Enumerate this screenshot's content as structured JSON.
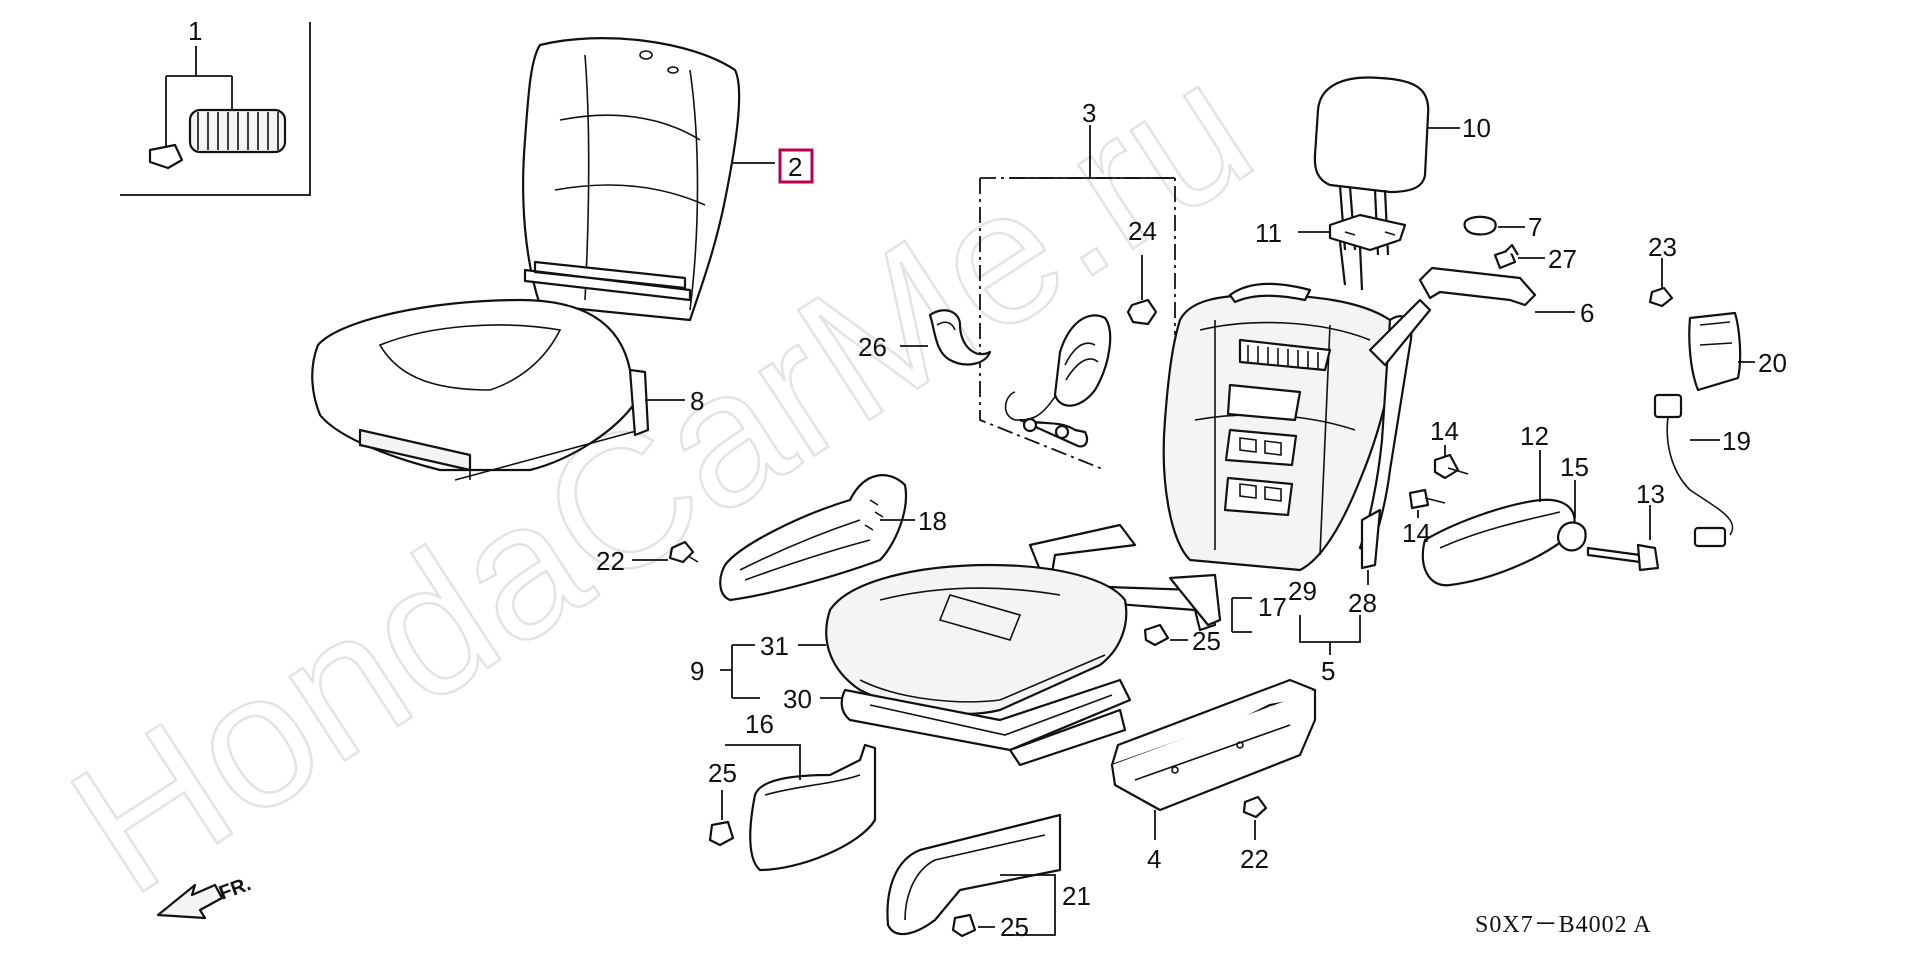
{
  "diagram": {
    "watermark": "HondaCarMe.ru",
    "diagram_code": "S0X7－B4002 A",
    "direction_label": "FR.",
    "highlighted_callout": "2",
    "callouts": {
      "c1": "1",
      "c2": "2",
      "c3": "3",
      "c4": "4",
      "c5": "5",
      "c6": "6",
      "c7": "7",
      "c8": "8",
      "c9": "9",
      "c10": "10",
      "c11": "11",
      "c12": "12",
      "c13": "13",
      "c14a": "14",
      "c14b": "14",
      "c15": "15",
      "c16": "16",
      "c17": "17",
      "c18": "18",
      "c19": "19",
      "c20": "20",
      "c21": "21",
      "c22a": "22",
      "c22b": "22",
      "c23": "23",
      "c24": "24",
      "c25a": "25",
      "c25b": "25",
      "c25c": "25",
      "c26": "26",
      "c27": "27",
      "c28": "28",
      "c29": "29",
      "c30": "30",
      "c31": "31"
    }
  }
}
